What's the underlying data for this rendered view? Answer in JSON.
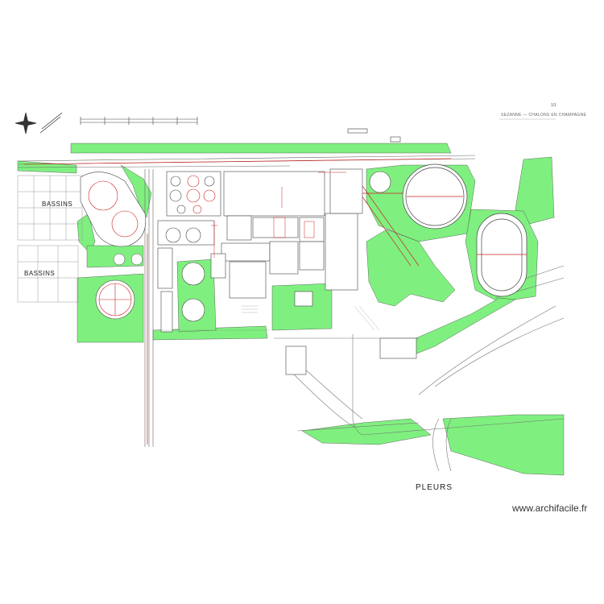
{
  "labels": {
    "bassins_top": "BASSINS",
    "bassins_left": "BASSINS",
    "pleurs": "PLEURS",
    "watermark": "www.archifacile.fr",
    "sheet_number": "1/1",
    "title_block": "SEZANNE — CHALONS EN CHAMPAGNE"
  },
  "colors": {
    "vegetation": "#7ff07f",
    "lines": "#555555",
    "pipes": "#cc2222",
    "roads": "#888888"
  },
  "icons": {
    "north_arrow": "compass-rose-icon",
    "scale_arrow": "double-arrow-icon"
  }
}
